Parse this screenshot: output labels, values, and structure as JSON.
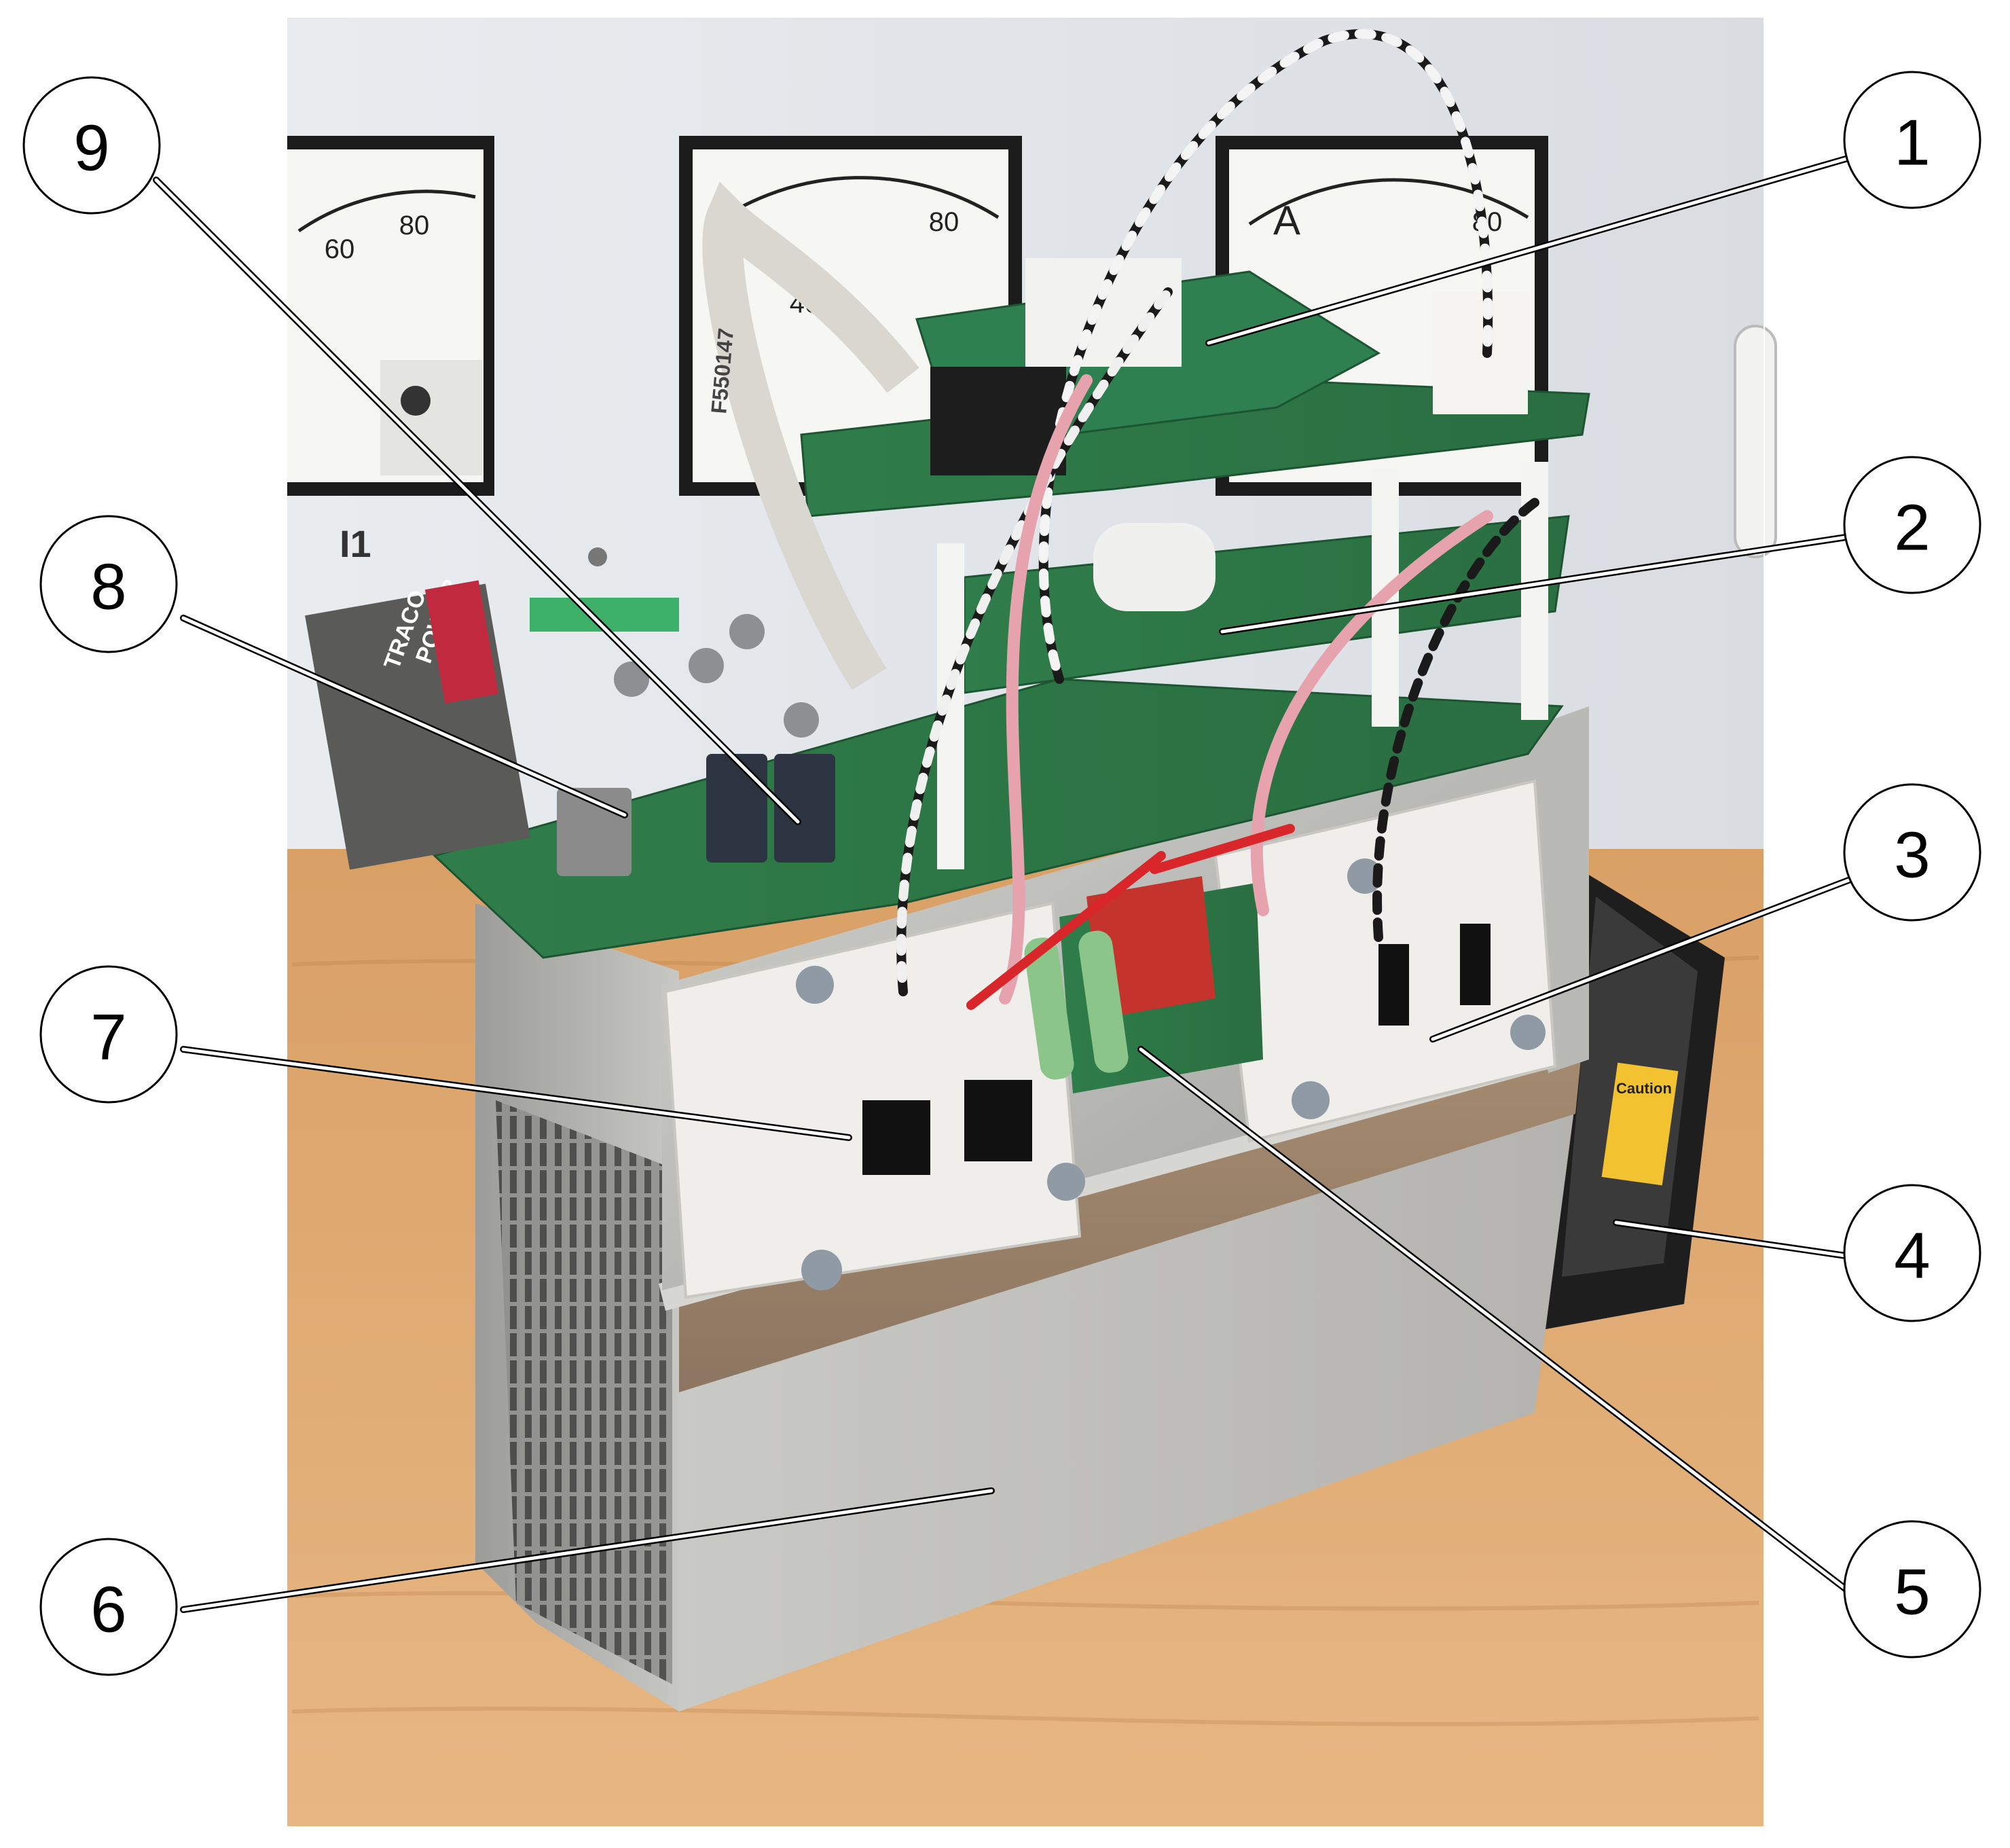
{
  "photo": {
    "meters": [
      {
        "ticks": [
          "60",
          "80"
        ]
      },
      {
        "ticks": [
          "40",
          "80"
        ]
      },
      {
        "unit": "A",
        "ticks": [
          "80"
        ]
      }
    ],
    "panel_label": "I1",
    "brand_line1": "TRACO",
    "brand_line2": "POWER",
    "ribbon_text": "F550147",
    "fan_label": "Caution"
  },
  "callouts": [
    "1",
    "2",
    "3",
    "4",
    "5",
    "6",
    "7",
    "8",
    "9"
  ]
}
